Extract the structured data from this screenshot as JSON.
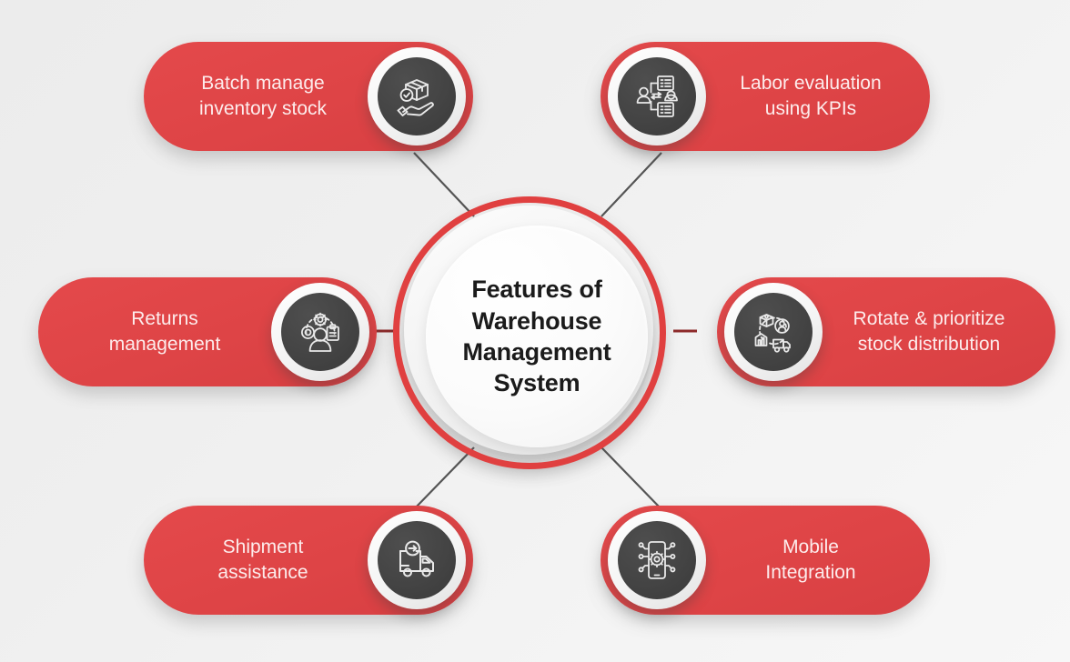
{
  "diagram": {
    "type": "hub-and-spoke",
    "background_color": "#efefef",
    "accent_color": "#de4446",
    "icon_disc_color": "#444444",
    "label_color": "#fdecec",
    "title_color": "#1b1b1b",
    "connector_color": "#555555",
    "hub": {
      "title": "Features of\nWarehouse\nManagement\nSystem",
      "title_lines": [
        "Features of",
        "Warehouse",
        "Management",
        "System"
      ]
    },
    "features": [
      {
        "id": "batch-manage-inventory-stock",
        "label": "Batch manage\ninventory stock",
        "icon": "hand-holding-box-check-icon",
        "position": "top-left",
        "icon_side": "right"
      },
      {
        "id": "labor-evaluation-using-kpis",
        "label": "Labor evaluation\nusing KPIs",
        "icon": "people-kpi-checklist-icon",
        "position": "top-right",
        "icon_side": "left"
      },
      {
        "id": "returns-management",
        "label": "Returns\nmanagement",
        "icon": "person-gear-clipboard-icon",
        "position": "middle-left",
        "icon_side": "right"
      },
      {
        "id": "rotate-prioritize-stock-distribution",
        "label": "Rotate & prioritize\nstock distribution",
        "icon": "supply-chain-network-icon",
        "position": "middle-right",
        "icon_side": "left"
      },
      {
        "id": "shipment-assistance",
        "label": "Shipment\nassistance",
        "icon": "delivery-truck-arrow-icon",
        "position": "bottom-left",
        "icon_side": "right"
      },
      {
        "id": "mobile-integration",
        "label": "Mobile\nIntegration",
        "icon": "smartphone-gear-circuit-icon",
        "position": "bottom-right",
        "icon_side": "left"
      }
    ]
  }
}
